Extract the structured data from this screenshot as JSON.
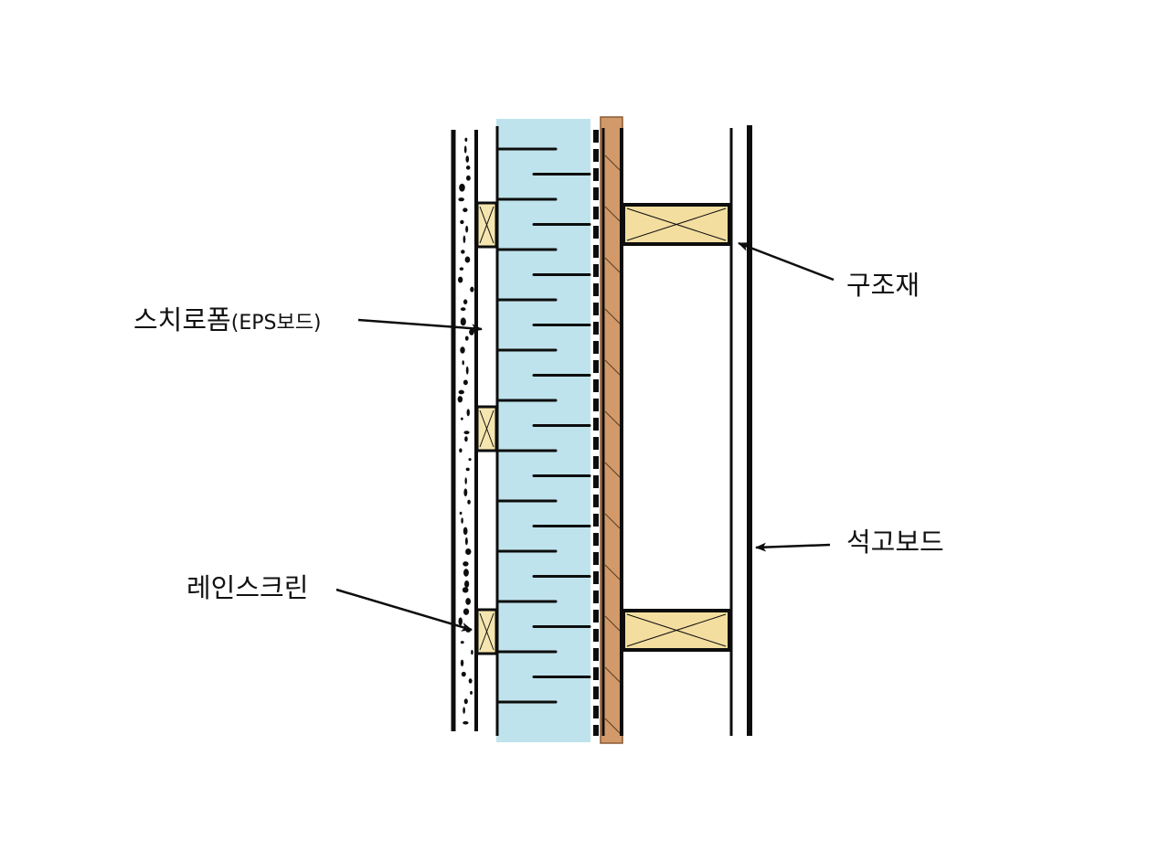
{
  "labels": {
    "styrofoam": "스치로폼",
    "styrofoam_suffix": "(EPS보드)",
    "rainscreen": "레인스크린",
    "structure": "구조재",
    "gypsum_board": "석고보드"
  },
  "colors": {
    "insulation": "#bfe3ec",
    "stud_wood": "#f3dea0",
    "batten_wood": "#f5e6b0",
    "sheathing": "#d29a6a",
    "line": "#0d0d0d"
  }
}
